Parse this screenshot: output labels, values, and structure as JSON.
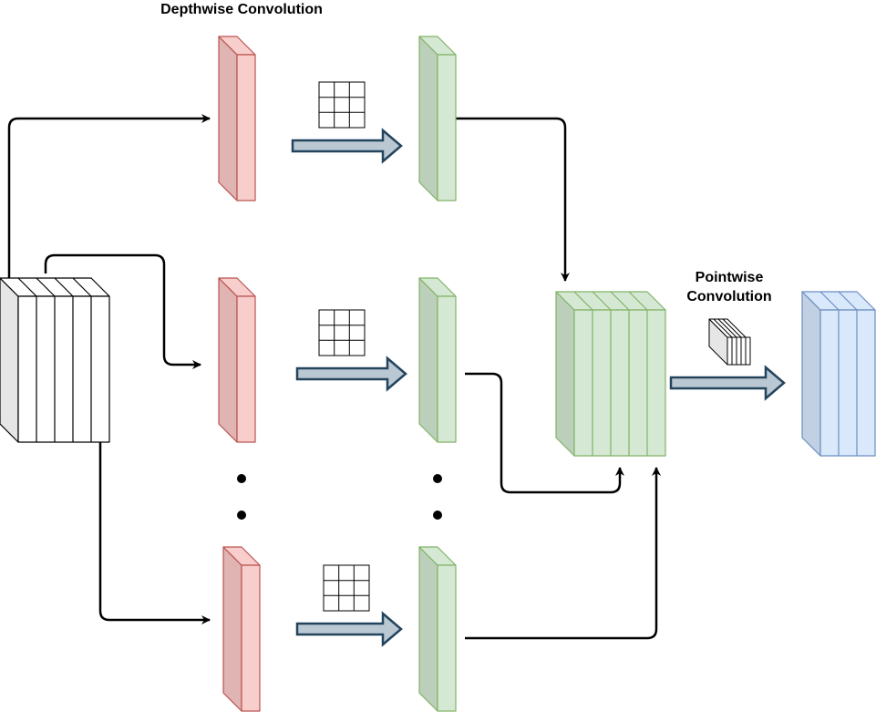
{
  "labels": {
    "depthwise": "Depthwise Convolution",
    "pointwise_line1": "Pointwise",
    "pointwise_line2": "Convolution"
  },
  "colors": {
    "input_face": "#ffffff",
    "input_side": "#e6e6e6",
    "input_stroke": "#000000",
    "red_front": "#f8cecc",
    "red_side": "#e0b4b2",
    "red_stroke": "#b85450",
    "green_front": "#d5e8d4",
    "green_side": "#bccfbb",
    "green_stroke": "#82b366",
    "blue_front": "#dae8fc",
    "blue_side": "#c2d0e4",
    "blue_stroke": "#6c8ebf",
    "block_arrow_fill": "#bac8d3",
    "block_arrow_stroke": "#23445d",
    "connector": "#000000",
    "dot": "#000000"
  }
}
